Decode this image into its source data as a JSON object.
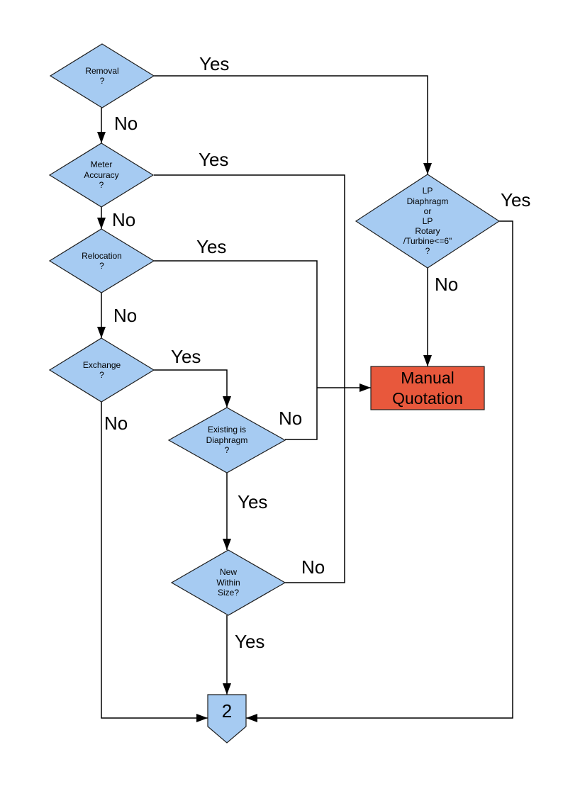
{
  "nodes": {
    "removal": {
      "type": "decision",
      "label": "Removal\n?"
    },
    "meter_accuracy": {
      "type": "decision",
      "label": "Meter\nAccuracy\n?"
    },
    "relocation": {
      "type": "decision",
      "label": "Relocation\n?"
    },
    "exchange": {
      "type": "decision",
      "label": "Exchange\n?"
    },
    "existing_is_diaphragm": {
      "type": "decision",
      "label": "Existing is\nDiaphragm\n?"
    },
    "new_within_size": {
      "type": "decision",
      "label": "New\nWithin\nSize?"
    },
    "lp_type": {
      "type": "decision",
      "label": "LP\nDiaphragm\nor\nLP\nRotary\n/Turbine<=6\"\n?"
    },
    "manual_quotation": {
      "type": "process",
      "label": "Manual\nQuotation"
    },
    "connector_2": {
      "type": "off-page-connector",
      "label": "2"
    }
  },
  "edge_labels": {
    "removal_yes": "Yes",
    "removal_no": "No",
    "meter_accuracy_yes": "Yes",
    "meter_accuracy_no": "No",
    "relocation_yes": "Yes",
    "relocation_no": "No",
    "exchange_yes": "Yes",
    "exchange_no": "No",
    "existing_no": "No",
    "existing_yes": "Yes",
    "new_within_no": "No",
    "new_within_yes": "Yes",
    "lp_yes": "Yes",
    "lp_no": "No"
  },
  "colors": {
    "decision_fill": "#A6CBF2",
    "terminal_fill": "#E8583C",
    "shape_border": "#1f1f1f",
    "line": "#000000"
  }
}
